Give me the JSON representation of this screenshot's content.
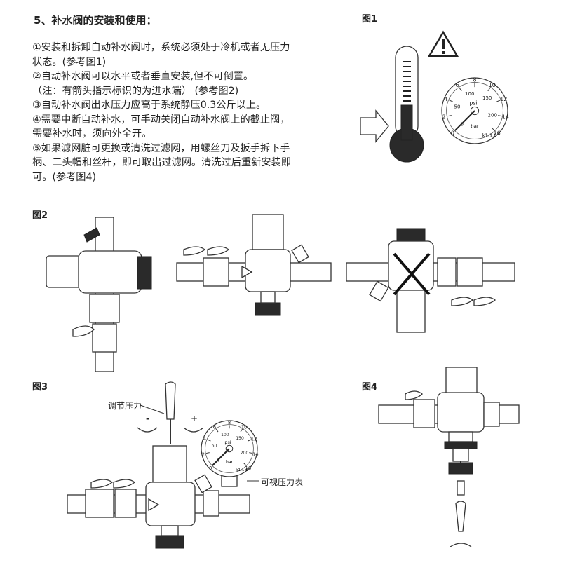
{
  "heading": "5、补水阀的安装和使用：",
  "paragraph_lines": [
    "①安装和拆卸自动补水阀时，系统必须处于冷机或者无压力",
    "状态。(参考图1)",
    "②自动补水阀可以水平或者垂直安装,但不可倒置。",
    "（注：有箭头指示标识的为进水端）      (参考图2)",
    "③自动补水阀出水压力应高于系统静压0.3公斤以上。",
    "④需要中断自动补水，可手动关闭自动补水阀上的截止阀，",
    "需要补水时，须向外全开。",
    "⑤如果滤网脏可更换或清洗过滤网，用螺丝刀及扳手拆下手",
    "柄、二头帽和丝杆，即可取出过滤网。清洗过后重新安装即",
    "可。(参考图4)"
  ],
  "figures": {
    "fig1": "图1",
    "fig2": "图2",
    "fig3": "图3",
    "fig4": "图4"
  },
  "fig3_labels": {
    "adjust": "调节压力",
    "gauge": "可视压力表",
    "minus": "-",
    "plus": "+"
  },
  "gauge": {
    "bar_ticks": [
      "0",
      "2",
      "4",
      "6",
      "8",
      "10",
      "12",
      "14",
      "16"
    ],
    "psi_ticks": [
      "0",
      "50",
      "100",
      "150",
      "200"
    ],
    "psi_unit": "psi",
    "bar_unit": "bar",
    "class_mark": "k1.1.6"
  },
  "warning_icon": "warning-triangle-icon"
}
